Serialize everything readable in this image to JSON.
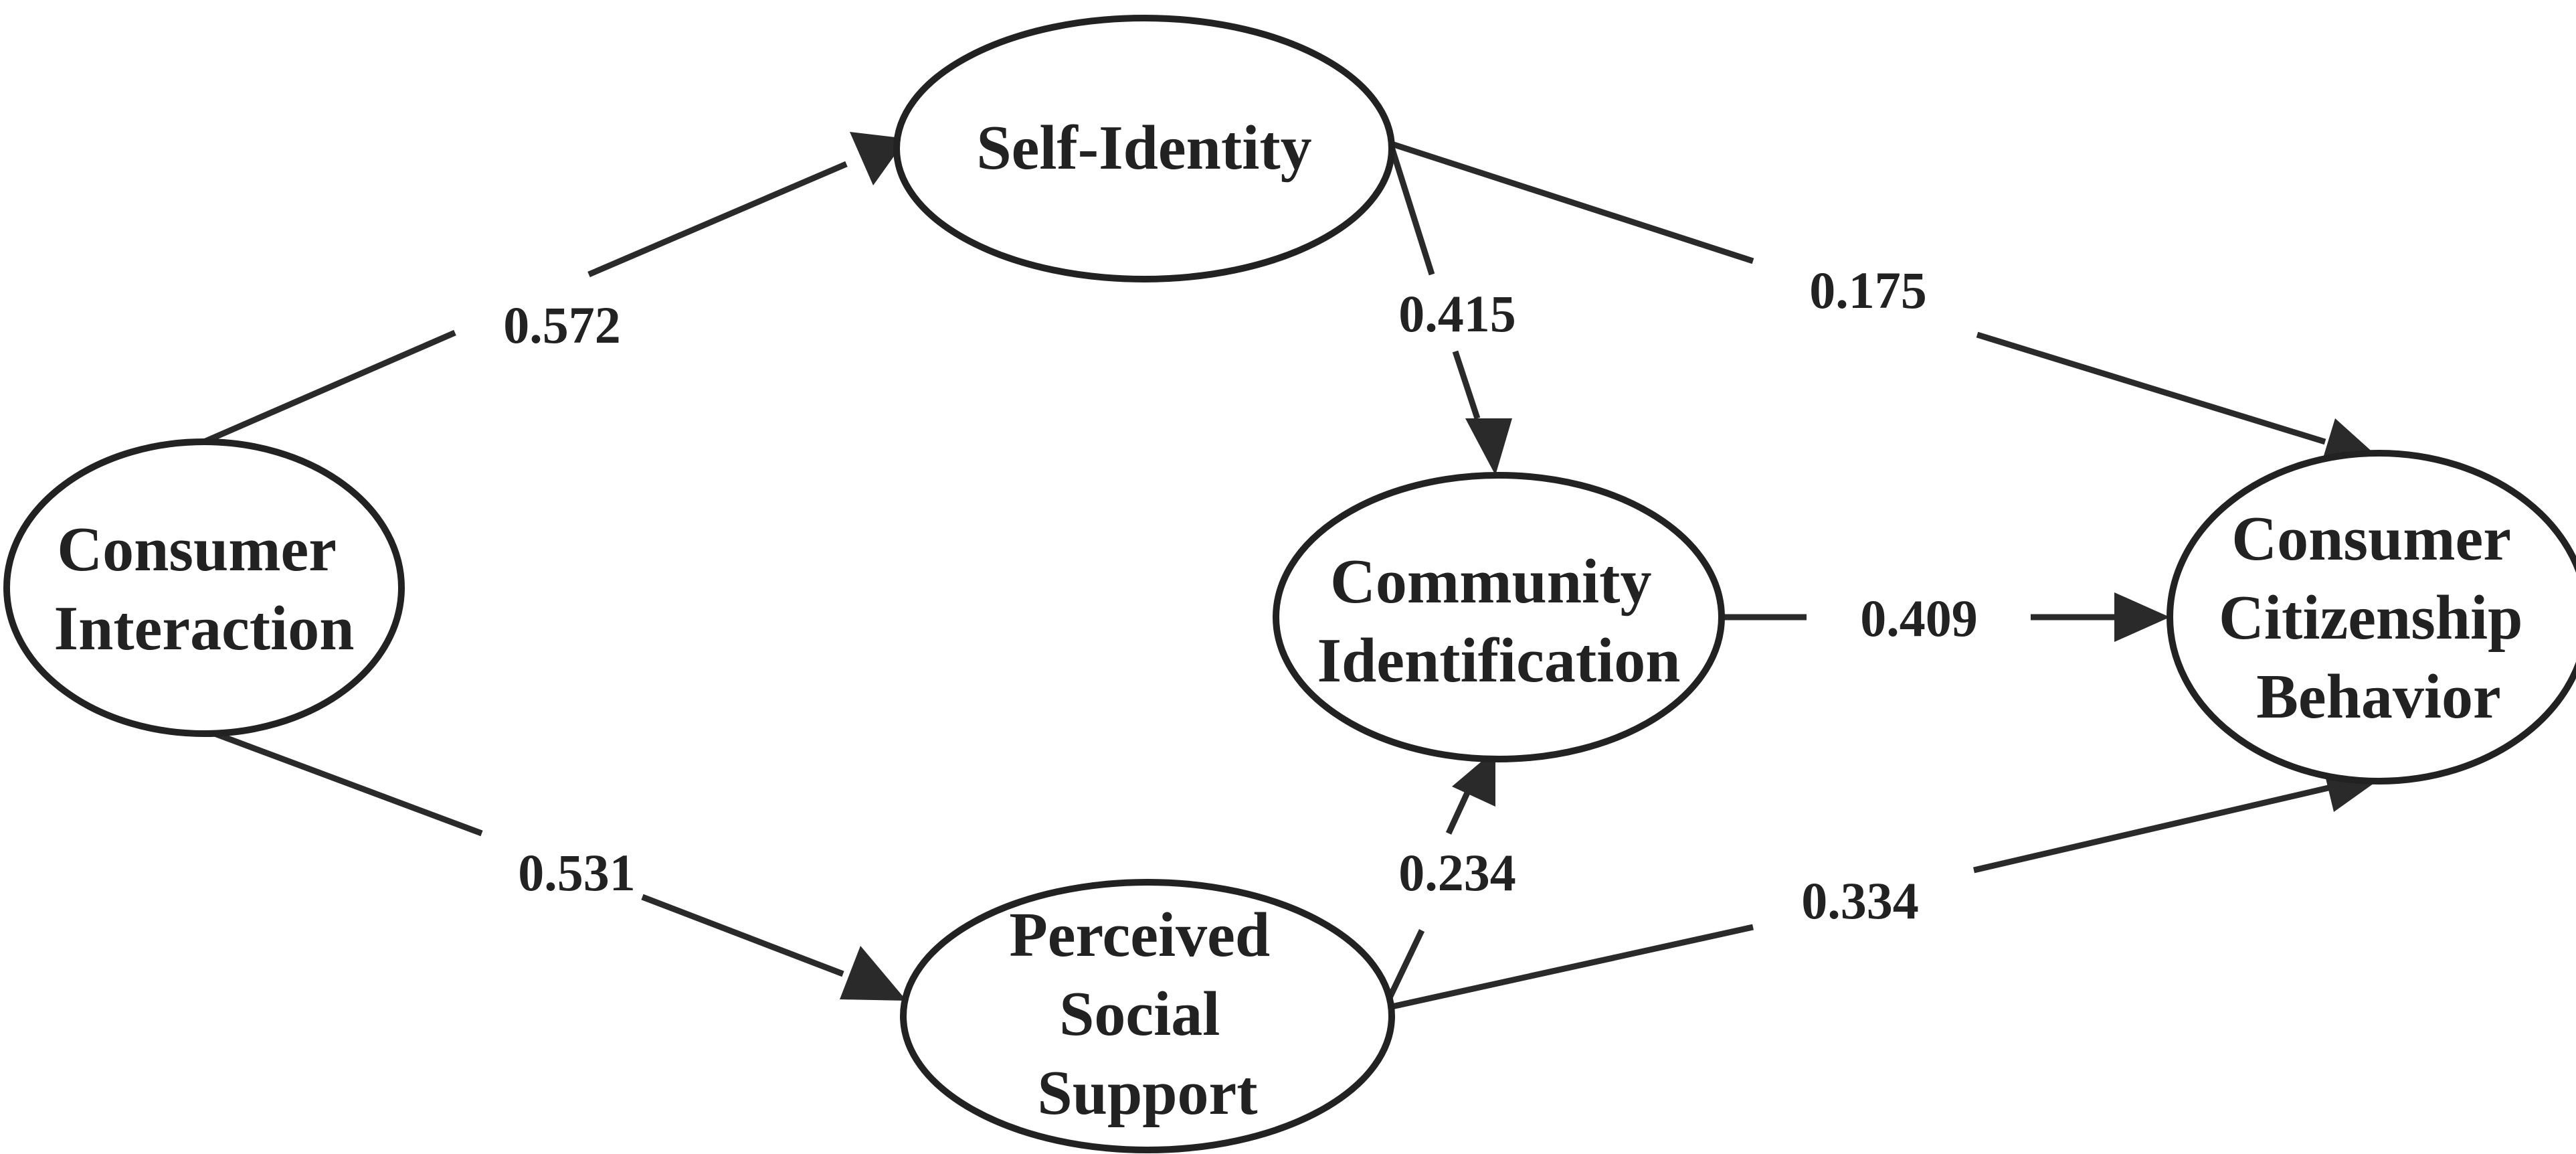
{
  "nodes": {
    "consumer_interaction": {
      "lines": [
        "Consumer",
        "Interaction"
      ]
    },
    "self_identity": {
      "lines": [
        "Self-Identity"
      ]
    },
    "perceived_social_support": {
      "lines": [
        "Perceived",
        "Social",
        "Support"
      ]
    },
    "community_identification": {
      "lines": [
        "Community",
        "Identification"
      ]
    },
    "consumer_citizenship_behavior": {
      "lines": [
        "Consumer",
        "Citizenship",
        "Behavior"
      ]
    }
  },
  "paths": {
    "ci_to_si": {
      "from": "Consumer Interaction",
      "to": "Self-Identity",
      "coefficient": "0.572"
    },
    "ci_to_pss": {
      "from": "Consumer Interaction",
      "to": "Perceived Social Support",
      "coefficient": "0.531"
    },
    "si_to_cid": {
      "from": "Self-Identity",
      "to": "Community Identification",
      "coefficient": "0.415"
    },
    "si_to_ccb": {
      "from": "Self-Identity",
      "to": "Consumer Citizenship Behavior",
      "coefficient": "0.175"
    },
    "cid_to_ccb": {
      "from": "Community Identification",
      "to": "Consumer Citizenship Behavior",
      "coefficient": "0.409"
    },
    "pss_to_cid": {
      "from": "Perceived Social Support",
      "to": "Community Identification",
      "coefficient": "0.234"
    },
    "pss_to_ccb": {
      "from": "Perceived Social Support",
      "to": "Consumer Citizenship Behavior",
      "coefficient": "0.334"
    }
  }
}
